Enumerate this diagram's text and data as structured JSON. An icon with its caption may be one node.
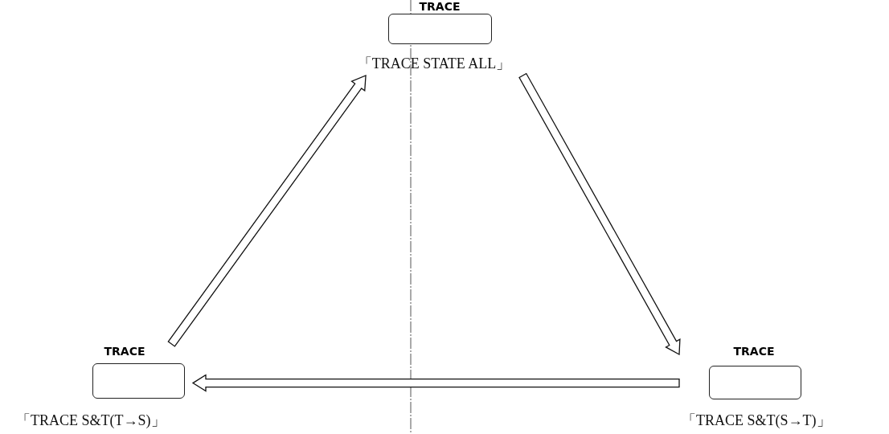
{
  "diagram": {
    "nodes": [
      {
        "text": [
          "TRACE"
        ],
        "beside": [
          "「TRACE STATE ALL」"
        ]
      },
      {
        "text": [
          "TRACE"
        ],
        "beside": [
          "「TRACE S&T(T→S)」"
        ]
      },
      {
        "text": [
          "TRACE"
        ],
        "beside": [
          "「TRACE S&T(S→T)」"
        ]
      }
    ],
    "edges": [
      {
        "from": 0,
        "to": 2,
        "arrow": "to"
      },
      {
        "from": 2,
        "to": 1,
        "arrow": "to"
      },
      {
        "from": 1,
        "to": 0,
        "arrow": "to"
      }
    ]
  }
}
